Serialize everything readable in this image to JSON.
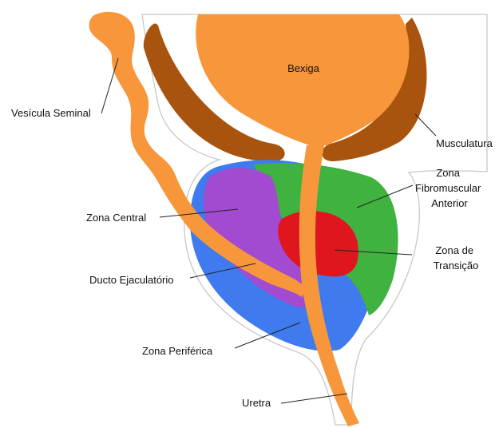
{
  "labels": {
    "bladder": "Bexiga",
    "seminal_vesicle": "Vesícula Seminal",
    "musculature": "Musculatura",
    "fibromuscular_zone": [
      "Zona",
      "Fibromuscular",
      "Anterior"
    ],
    "central_zone": "Zona Central",
    "transition_zone": [
      "Zona de",
      "Transição"
    ],
    "ejaculatory_duct": "Ducto Ejaculatório",
    "peripheral_zone": "Zona Periférica",
    "urethra": "Uretra"
  },
  "colors": {
    "bladder": "#F7963A",
    "musculature": "#A8540E",
    "fibromuscular_zone": "#3FB23F",
    "central_zone": "#A24BD0",
    "transition_zone": "#E0161F",
    "peripheral_zone": "#3F7BEF",
    "capsule_outline": "#C8C8C8"
  }
}
